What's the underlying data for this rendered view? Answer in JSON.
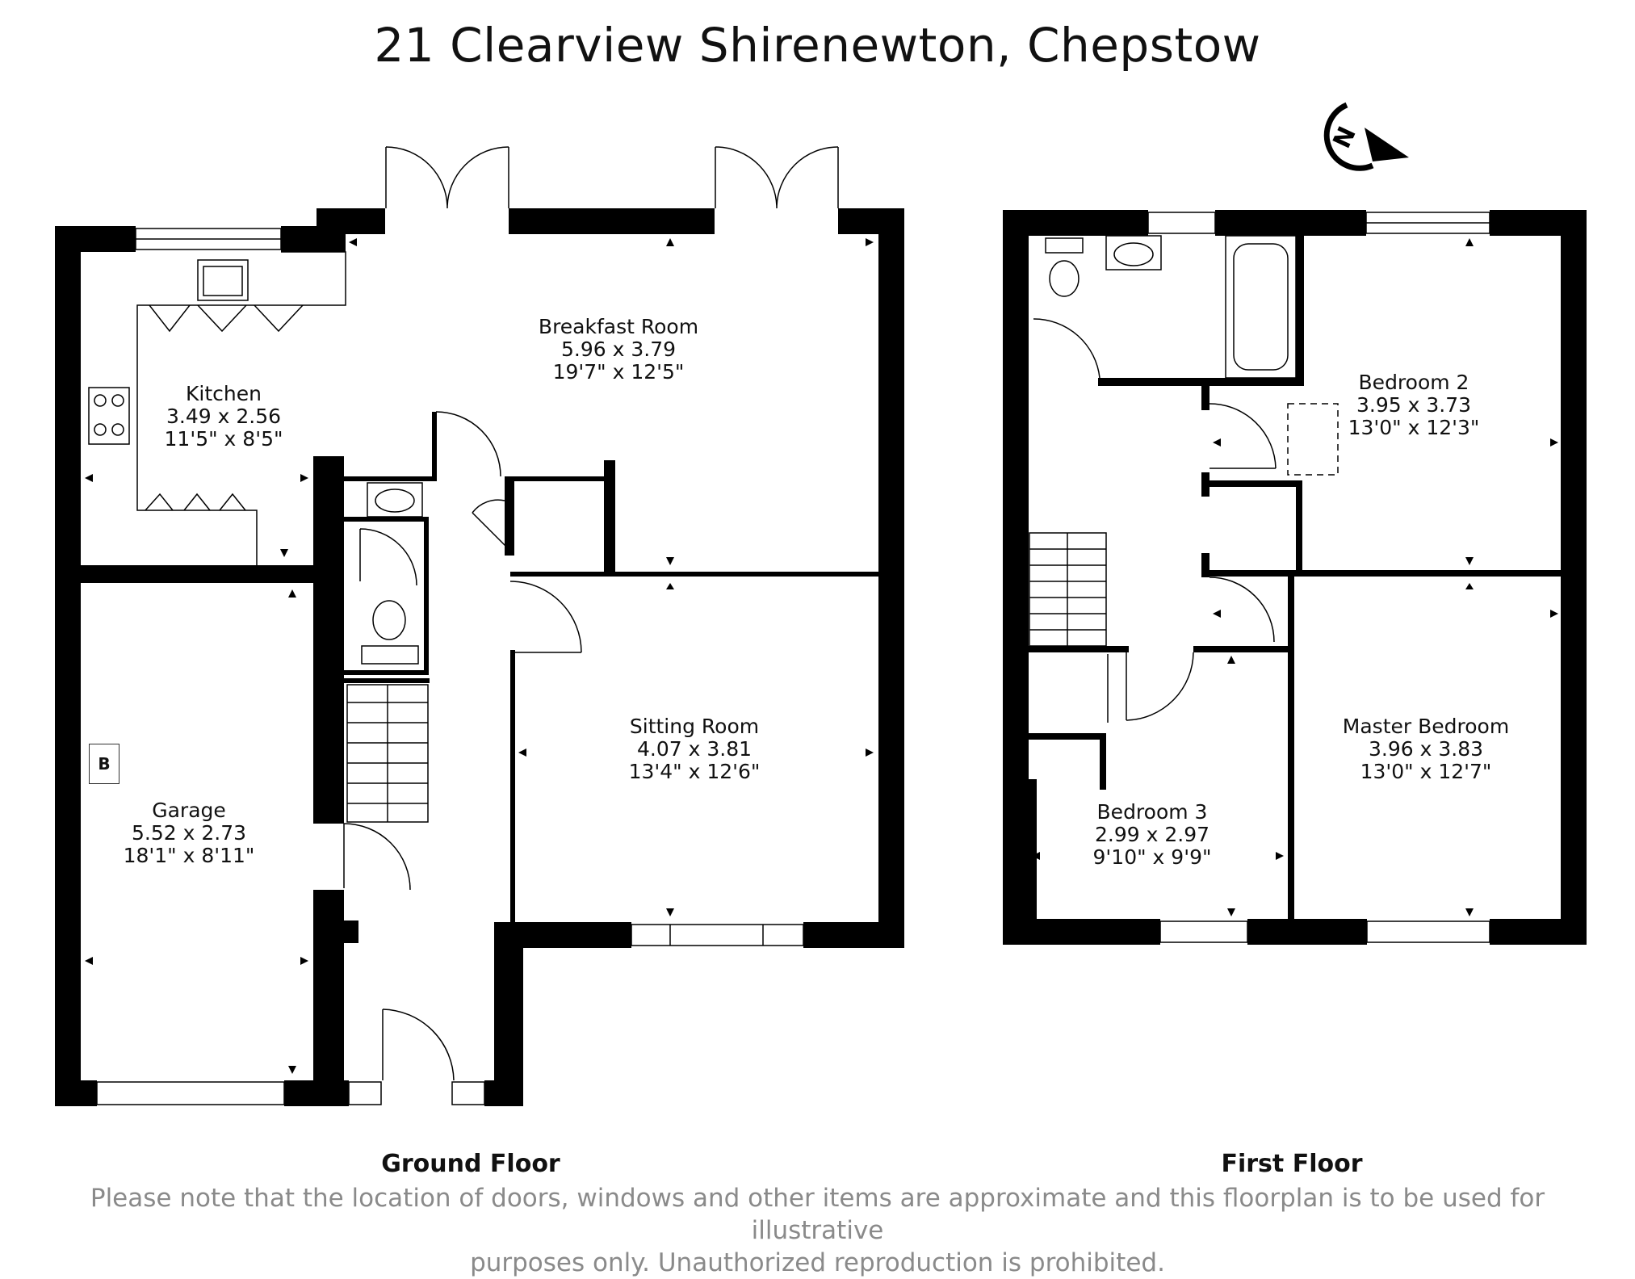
{
  "title": "21 Clearview Shirenewton, Chepstow",
  "floors": [
    {
      "label": "Ground Floor"
    },
    {
      "label": "First Floor"
    }
  ],
  "rooms": [
    {
      "name": "Kitchen",
      "metric": "3.49 x 2.56",
      "imperial": "11'5\" x 8'5\""
    },
    {
      "name": "Breakfast Room",
      "metric": "5.96 x 3.79",
      "imperial": "19'7\" x 12'5\""
    },
    {
      "name": "Sitting Room",
      "metric": "4.07 x 3.81",
      "imperial": "13'4\" x 12'6\""
    },
    {
      "name": "Garage",
      "metric": "5.52 x 2.73",
      "imperial": "18'1\" x 8'11\""
    },
    {
      "name": "Bedroom 2",
      "metric": "3.95 x 3.73",
      "imperial": "13'0\" x 12'3\""
    },
    {
      "name": "Master Bedroom",
      "metric": "3.96 x 3.83",
      "imperial": "13'0\" x 12'7\""
    },
    {
      "name": "Bedroom 3",
      "metric": "2.99 x 2.97",
      "imperial": "9'10\" x 9'9\""
    }
  ],
  "boiler_label": "B",
  "compass_label": "N",
  "icons": [
    "compass-icon",
    "sink-icon",
    "toilet-icon",
    "bath-icon",
    "hob-icon",
    "stairs-icon",
    "door-icon",
    "window-icon"
  ],
  "disclaimer": {
    "line1": "Please note that the location of doors, windows and other items are approximate and this floorplan is to be used for illustrative",
    "line2": "purposes only. Unauthorized reproduction is prohibited."
  },
  "colors": {
    "wall": "#000000",
    "text": "#111111",
    "disclaimer": "#8a8a8a"
  }
}
